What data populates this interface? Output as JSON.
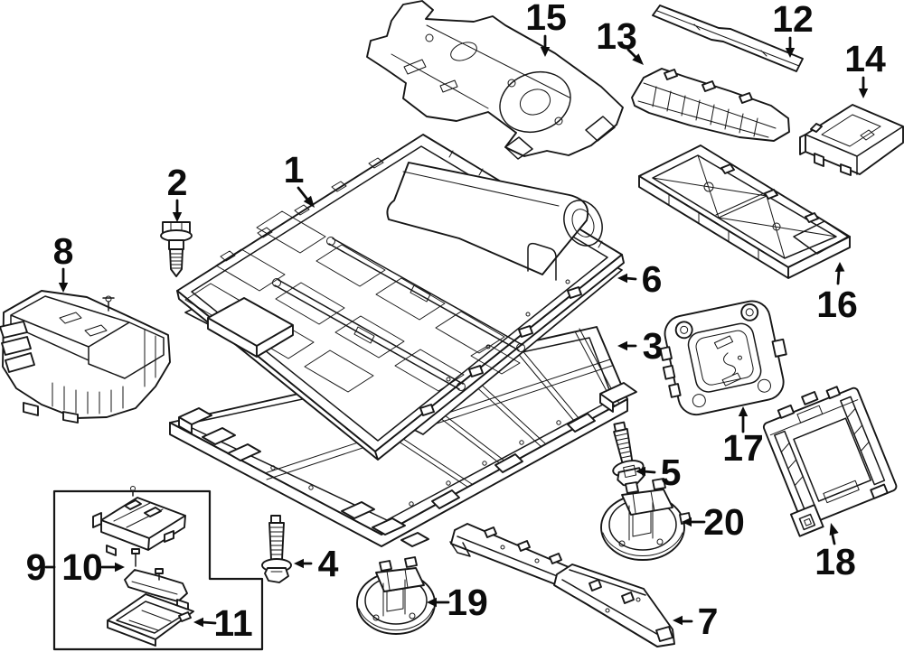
{
  "colors": {
    "background": "#ffffff",
    "ink": "#161616"
  },
  "callouts": [
    {
      "number": "1"
    },
    {
      "number": "2"
    },
    {
      "number": "3"
    },
    {
      "number": "4"
    },
    {
      "number": "5"
    },
    {
      "number": "6"
    },
    {
      "number": "7"
    },
    {
      "number": "8"
    },
    {
      "number": "9"
    },
    {
      "number": "10"
    },
    {
      "number": "11"
    },
    {
      "number": "12"
    },
    {
      "number": "13"
    },
    {
      "number": "14"
    },
    {
      "number": "15"
    },
    {
      "number": "16"
    },
    {
      "number": "17"
    },
    {
      "number": "18"
    },
    {
      "number": "19"
    },
    {
      "number": "20"
    }
  ]
}
